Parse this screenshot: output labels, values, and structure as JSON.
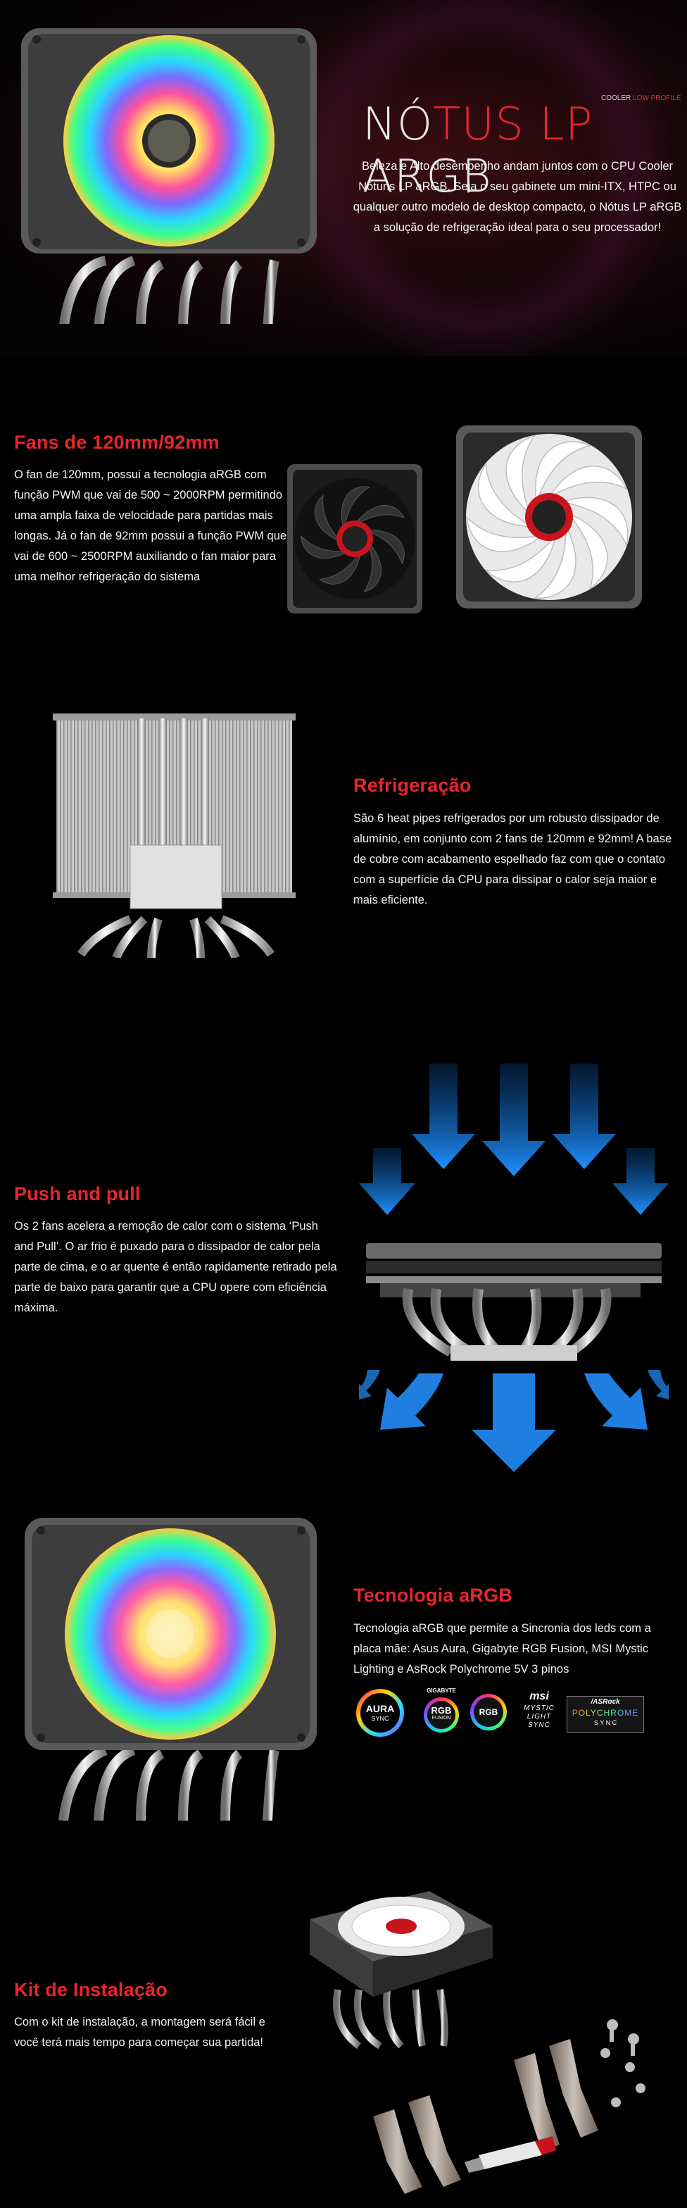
{
  "hero": {
    "logo_prefix": "NÓ",
    "logo_red": "TUS LP",
    "logo_suffix": " ARGB",
    "logo_small_prefix": "COOLER ",
    "logo_small_red": "LOW PROFILE",
    "text": "Beleza e Alto desempenho andam juntos com o CPU Cooler Nótuns LP aRGB, Seja o seu gabinete um mini-ITX, HTPC ou qualquer outro modelo de desktop compacto, o Nótus LP aRGB a solução de refrigeração ideal para o seu processador!"
  },
  "fans": {
    "title": "Fans de 120mm/92mm",
    "text": "O fan de 120mm, possui a tecnologia aRGB com função PWM que vai de 500 ~ 2000RPM permitindo uma ampla faixa de velocidade para partidas mais longas. Já o fan de 92mm possui a função PWM que vai de 600 ~ 2500RPM auxiliando o fan maior para uma melhor refrigeração do sistema"
  },
  "cooling": {
    "title": "Refrigeração",
    "text": "São 6 heat pipes refrigerados por um robusto dissipador de alumínio, em conjunto com 2 fans de 120mm e 92mm! A base de cobre com acabamento espelhado faz com que o contato com a superfície da CPU para dissipar o calor seja maior e mais eficiente."
  },
  "pushpull": {
    "title": "Push and pull",
    "text": "Os 2 fans acelera a remoção de calor com o sistema ‘Push and Pull’. O ar frio é puxado para o dissipador de calor pela parte de cima, e o ar quente é então rapidamente retirado pela parte de baixo para garantir que a CPU opere com eficiência máxima."
  },
  "argb": {
    "title": "Tecnologia aRGB",
    "text": "Tecnologia aRGB que permite a Sincronia dos leds com a placa mãe: Asus Aura, Gigabyte RGB Fusion, MSI Mystic Lighting e AsRock Polychrome 5V 3 pinos",
    "logos": {
      "aura_1": "AURA",
      "aura_2": "SYNC",
      "giga_top": "GIGABYTE",
      "giga_1": "RGB",
      "giga_2": "FUSION",
      "rgb": "RGB",
      "msi_1": "msi",
      "msi_2": "MYSTIC",
      "msi_3": "LIGHT",
      "msi_4": "SYNC",
      "asrock_1": "/ASRock",
      "asrock_2": "POLYCHROME",
      "asrock_3": "S Y N C"
    }
  },
  "kit": {
    "title": "Kit de Instalação",
    "text": "Com o kit de instalação, a montagem será fácil e você terá mais tempo para começar sua partida!"
  }
}
